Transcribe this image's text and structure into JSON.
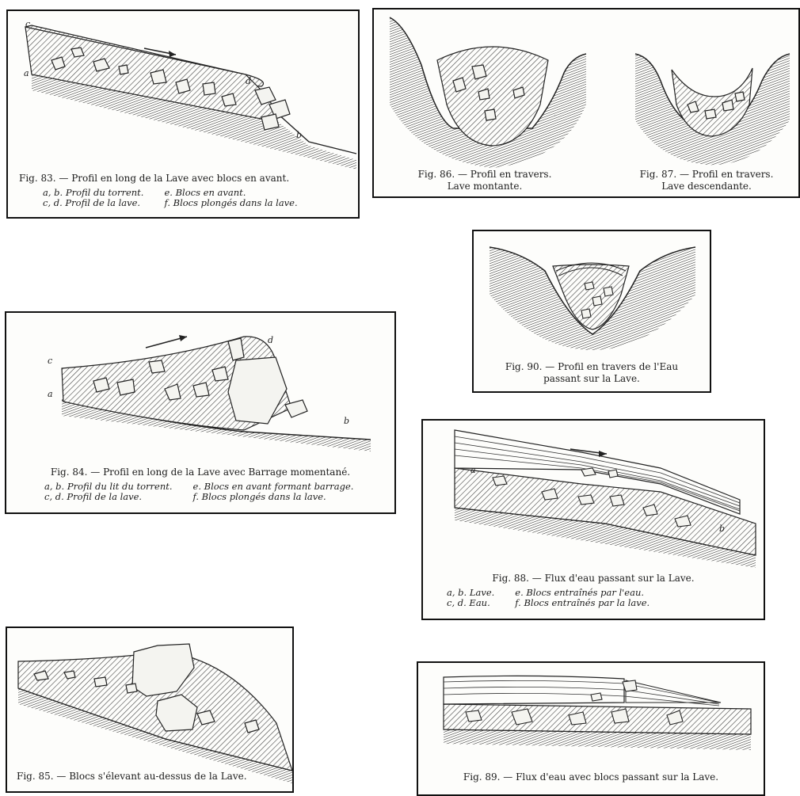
{
  "figures": {
    "fig83": {
      "caption": "Fig. 83. — Profil en long de la Lave avec blocs en avant.",
      "legend": [
        "a, b. Profil du torrent.",
        "e. Blocs en avant.",
        "c, d. Profil de la lave.",
        "f. Blocs plongés dans la lave."
      ],
      "labels": {
        "a": "a",
        "b": "b",
        "c": "c",
        "d": "d"
      }
    },
    "fig84": {
      "caption": "Fig. 84. — Profil en long de la Lave avec Barrage momentané.",
      "legend": [
        "a, b. Profil du lit du torrent.",
        "e. Blocs en avant formant barrage.",
        "c, d. Profil de la lave.",
        "f. Blocs plongés dans la lave."
      ],
      "labels": {
        "a": "a",
        "b": "b",
        "c": "c",
        "d": "d"
      }
    },
    "fig85": {
      "caption": "Fig. 85. — Blocs s'élevant au-dessus de la Lave."
    },
    "fig86": {
      "caption_1": "Fig. 86. — Profil en travers.",
      "caption_2": "Lave montante."
    },
    "fig87": {
      "caption_1": "Fig. 87. — Profil en travers.",
      "caption_2": "Lave descendante."
    },
    "fig88": {
      "caption": "Fig. 88. — Flux d'eau passant sur la Lave.",
      "legend": [
        "a, b. Lave.",
        "e. Blocs entraînés par l'eau.",
        "c, d. Eau.",
        "f. Blocs entraînés par la lave."
      ],
      "labels": {
        "a": "a",
        "b": "b"
      }
    },
    "fig89": {
      "caption": "Fig. 89. — Flux d'eau avec blocs passant sur la Lave."
    },
    "fig90": {
      "caption_1": "Fig. 90. — Profil en travers de l'Eau",
      "caption_2": "passant sur la Lave."
    }
  }
}
